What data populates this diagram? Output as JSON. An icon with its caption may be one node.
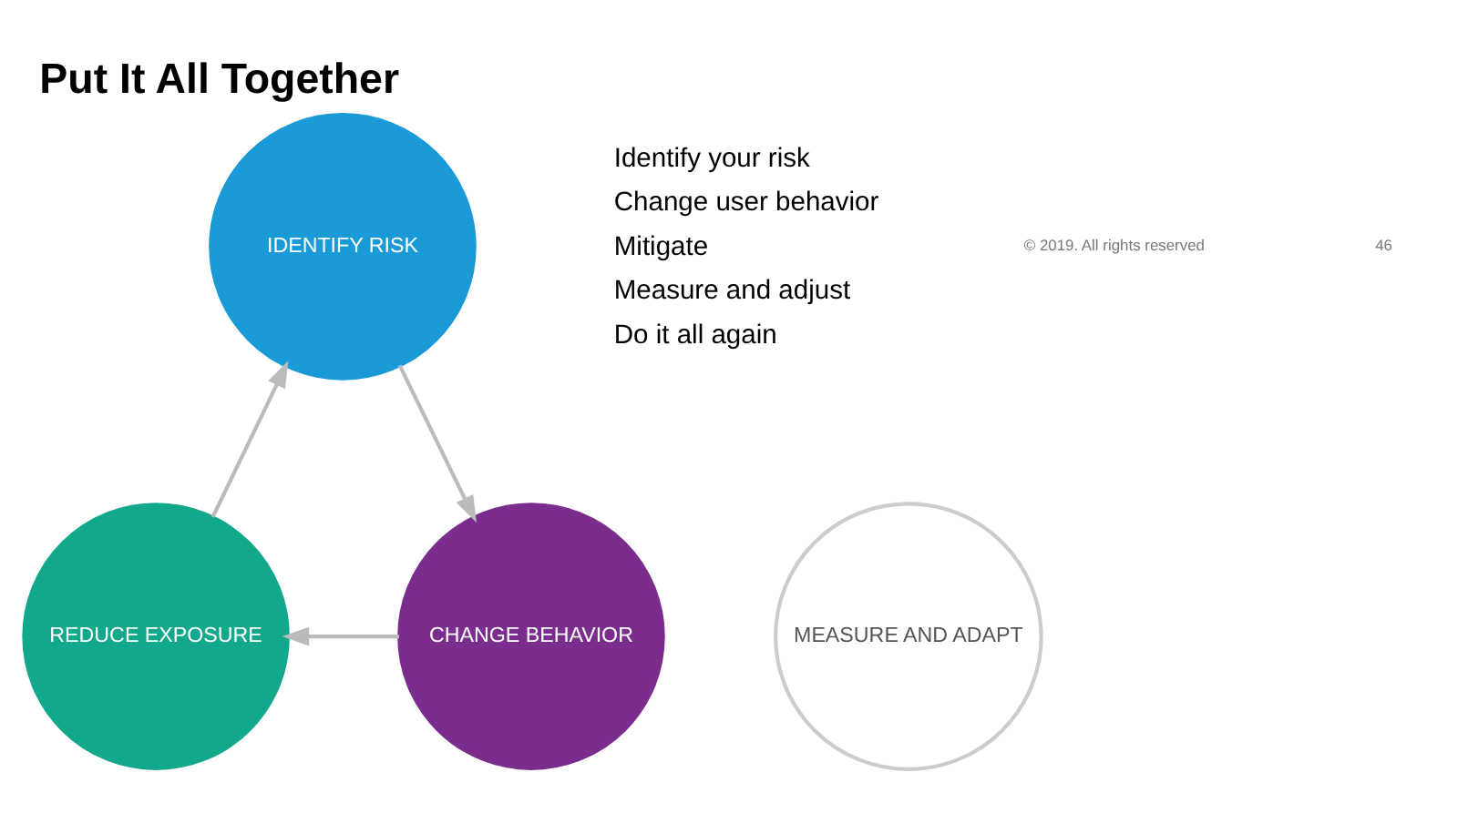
{
  "diagram": {
    "title": "Put It All Together",
    "nodes": [
      {
        "text": [
          "IDENTIFY RISK"
        ]
      },
      {
        "text": [
          "CHANGE BEHAVIOR"
        ]
      },
      {
        "text": [
          "REDUCE EXPOSURE"
        ]
      },
      {
        "text": [
          "MEASURE AND ADAPT"
        ]
      }
    ],
    "edges": [
      {
        "from": 0,
        "to": 1,
        "arrow": "to"
      },
      {
        "from": 1,
        "to": 2,
        "arrow": "to"
      },
      {
        "from": 2,
        "to": 0,
        "arrow": "to"
      }
    ],
    "labels": [
      "Identify your risk",
      "Change user behavior",
      "Mitigate",
      "Measure and adjust",
      "Do it all again",
      "© 2019. All rights reserved",
      "46"
    ]
  }
}
